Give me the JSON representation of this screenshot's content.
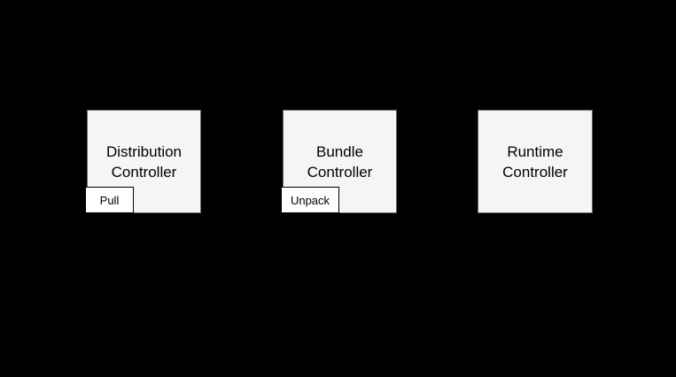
{
  "colors": {
    "background": "#000000",
    "node_fill": "#f5f5f5",
    "node_border": "#666666",
    "badge_fill": "#ffffff",
    "badge_border": "#000000",
    "text": "#000000"
  },
  "diagram": {
    "nodes": [
      {
        "label": "Distribution\nController",
        "badge": "Pull"
      },
      {
        "label": "Bundle\nController",
        "badge": "Unpack"
      },
      {
        "label": "Runtime\nController"
      }
    ]
  }
}
